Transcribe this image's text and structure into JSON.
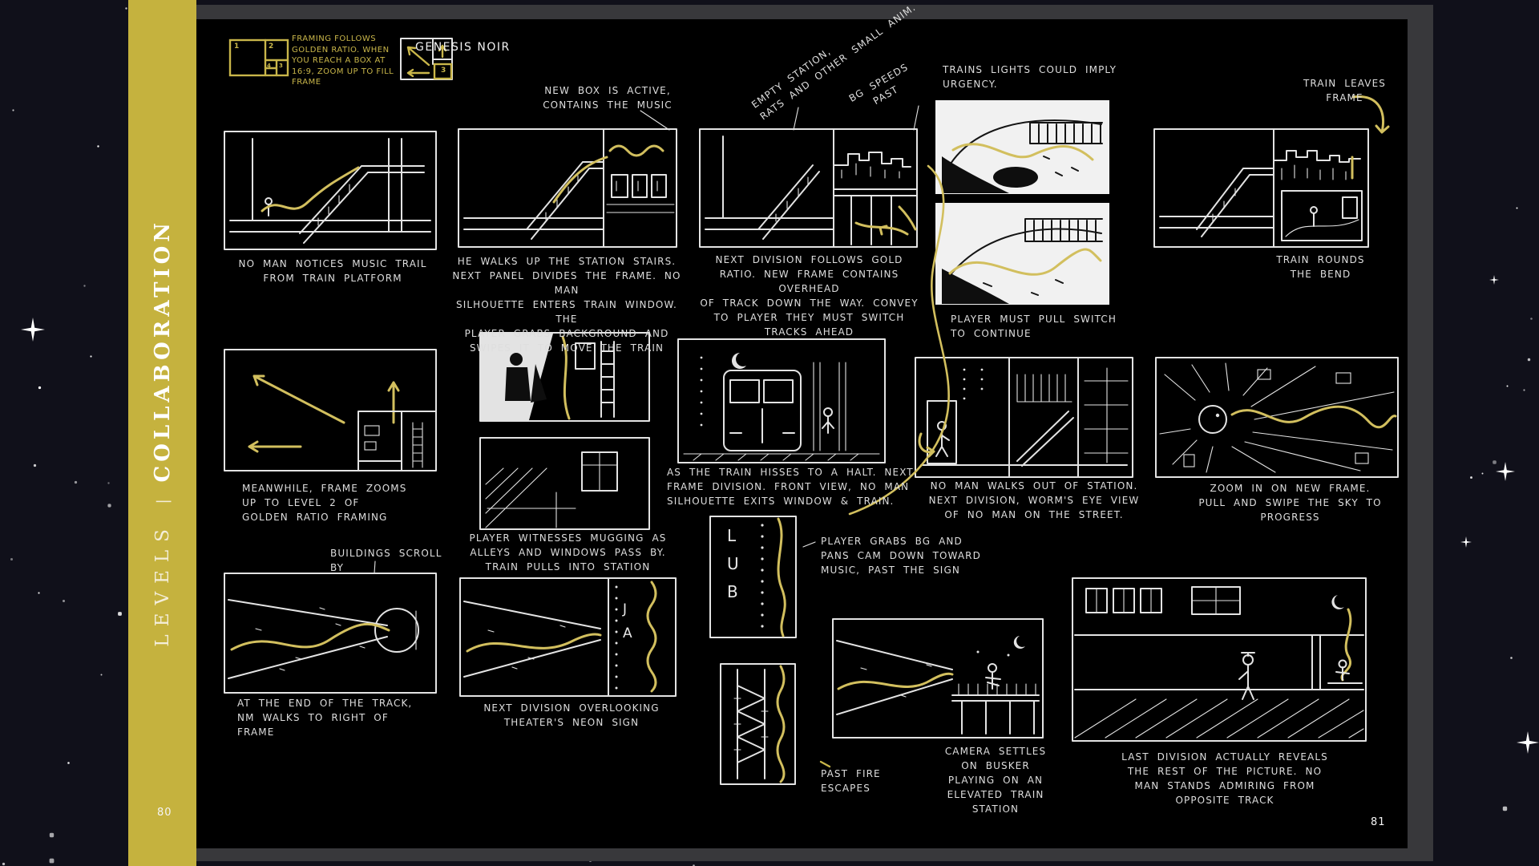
{
  "artbook": {
    "watermark": "GENESIS NOIR",
    "sidebar": {
      "section_label": "LEVELS",
      "separator": "|",
      "chapter_title": "COLLABORATION",
      "page_number_left": "80"
    },
    "page_number_right": "81",
    "colors": {
      "band_yellow": "#c5b23e",
      "sketch_yellow": "#d2bf5e",
      "ink_white": "#e3e3e3"
    },
    "golden_ratio_note": {
      "text": "FRAMING FOLLOWS\nGOLDEN RATIO. WHEN\nYOU REACH A BOX AT\n16:9, ZOOM UP TO FILL\nFRAME",
      "figure_numbers": {
        "n1": "1",
        "n2": "2",
        "n3": "3",
        "n4": "4"
      }
    },
    "nav_figure_number": "3",
    "annotations": {
      "new_box": "NEW BOX IS ACTIVE,\nCONTAINS THE MUSIC",
      "empty_station": "EMPTY STATION,\nRATS AND OTHER SMALL ANIM.",
      "bg_speeds": "BG SPEEDS\nPAST",
      "train_lights": "TRAINS LIGHTS COULD IMPLY\nURGENCY.",
      "train_leaves": "TRAIN LEAVES\nFRAME",
      "pull_switch": "PLAYER MUST PULL SWITCH\nTO CONTINUE",
      "train_rounds": "TRAIN ROUNDS\nTHE BEND",
      "buildings_scroll": "BUILDINGS SCROLL BY",
      "player_grabs_bg": "PLAYER GRABS BG AND\nPANS CAM DOWN TOWARD\nMUSIC, PAST THE SIGN",
      "past_fire": "PAST FIRE\nESCAPES"
    },
    "captions": {
      "platform": "NO MAN NOTICES MUSIC TRAIL\nFROM TRAIN PLATFORM",
      "stairs": "HE WALKS UP THE STATION STAIRS.\nNEXT PANEL DIVIDES THE FRAME. NO MAN\nSILHOUETTE ENTERS TRAIN WINDOW. THE\nPLAYER GRABS BACKGROUND AND\nSWIPES IT TO MOVE THE TRAIN",
      "division": "NEXT DIVISION FOLLOWS GOLD\nRATIO. NEW FRAME CONTAINS OVERHEAD\nOF TRACK DOWN THE WAY. CONVEY\nTO PLAYER THEY MUST SWITCH\nTRACKS AHEAD",
      "meanwhile": "MEANWHILE, FRAME ZOOMS\nUP TO LEVEL 2 OF\nGOLDEN RATIO FRAMING",
      "mugging": "PLAYER WITNESSES MUGGING AS\nALLEYS AND WINDOWS PASS BY.\nTRAIN PULLS INTO STATION",
      "hisses": "AS THE TRAIN HISSES TO A HALT. NEXT\nFRAME DIVISION. FRONT VIEW, NO MAN\nSILHOUETTE EXITS WINDOW & TRAIN.",
      "walks_out": "NO MAN WALKS OUT OF STATION.\nNEXT DIVISION, WORM'S EYE VIEW\nOF NO MAN ON THE STREET.",
      "zoom_in": "ZOOM IN ON NEW FRAME.\nPULL AND SWIPE THE SKY TO PROGRESS",
      "end_of_track": "AT THE END OF THE TRACK,\nNM WALKS TO RIGHT OF\nFRAME",
      "neon_sign": "NEXT DIVISION OVERLOOKING\nTHEATER'S NEON SIGN",
      "busker": "CAMERA SETTLES\nON BUSKER\nPLAYING ON AN\nELEVATED TRAIN\nSTATION",
      "last_division": "LAST DIVISION ACTUALLY REVEALS\nTHE REST OF THE PICTURE. NO\nMAN STANDS ADMIRING FROM\nOPPOSITE TRACK"
    },
    "signs": {
      "club": "L\nU\nB",
      "theater": "J\nA"
    }
  }
}
